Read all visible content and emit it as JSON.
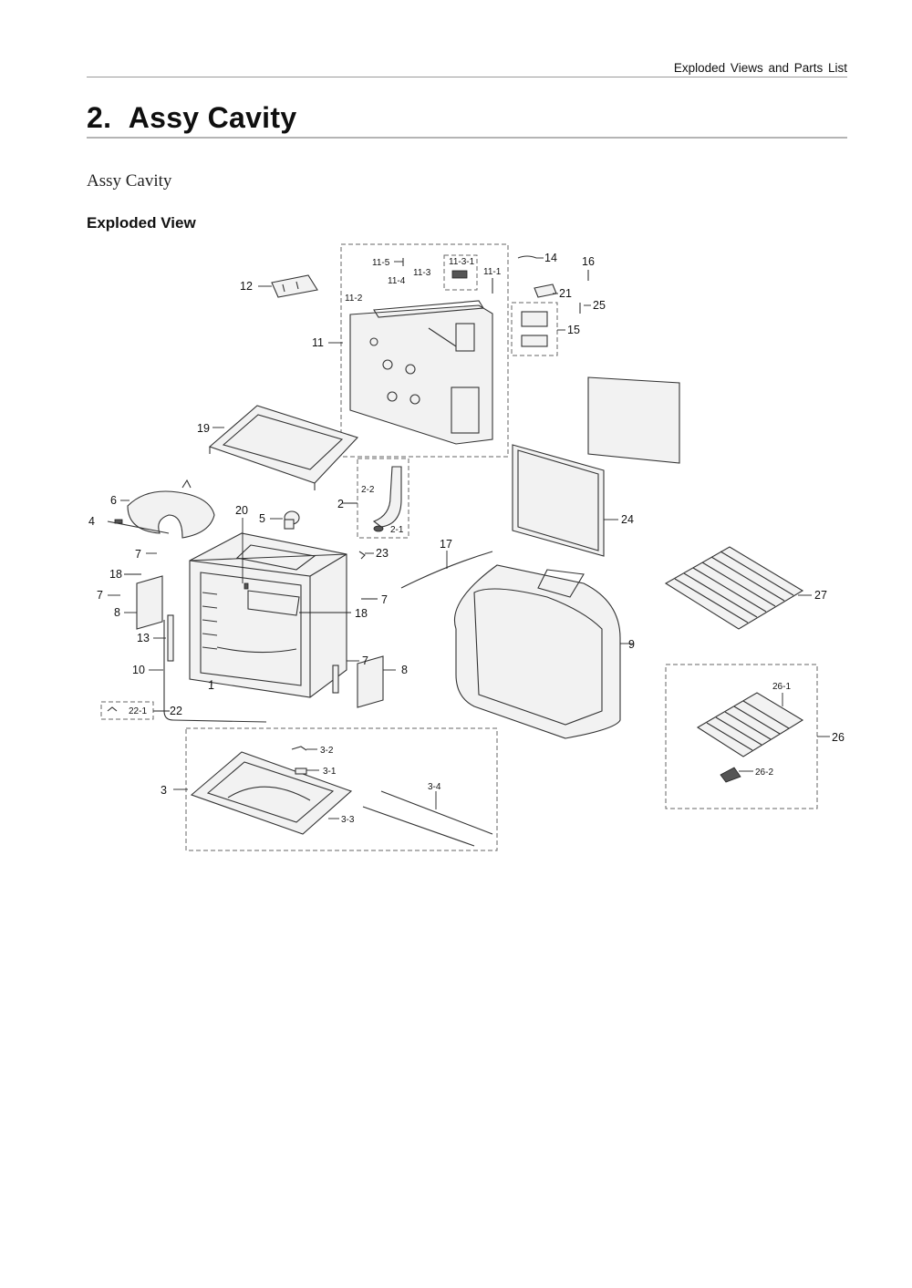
{
  "header": {
    "running_title": "Exploded Views and Parts List"
  },
  "section": {
    "number": "2.",
    "title": "Assy Cavity"
  },
  "subtitle": "Assy Cavity",
  "view_heading": "Exploded View",
  "callouts": {
    "c1": "1",
    "c2": "2",
    "c2_1": "2-1",
    "c2_2": "2-2",
    "c3": "3",
    "c3_1": "3-1",
    "c3_2": "3-2",
    "c3_3": "3-3",
    "c3_4": "3-4",
    "c4": "4",
    "c5": "5",
    "c6": "6",
    "c7a": "7",
    "c7b": "7",
    "c7c": "7",
    "c7d": "7",
    "c8a": "8",
    "c8b": "8",
    "c9": "9",
    "c10": "10",
    "c11": "11",
    "c11_1": "11-1",
    "c11_2": "11-2",
    "c11_3": "11-3",
    "c11_3_1": "11-3-1",
    "c11_4": "11-4",
    "c11_5": "11-5",
    "c12": "12",
    "c13": "13",
    "c14": "14",
    "c15": "15",
    "c16": "16",
    "c17": "17",
    "c18a": "18",
    "c18b": "18",
    "c19": "19",
    "c20": "20",
    "c21": "21",
    "c22": "22",
    "c22_1": "22-1",
    "c23": "23",
    "c24": "24",
    "c25": "25",
    "c26": "26",
    "c26_1": "26-1",
    "c26_2": "26-2",
    "c27": "27"
  }
}
